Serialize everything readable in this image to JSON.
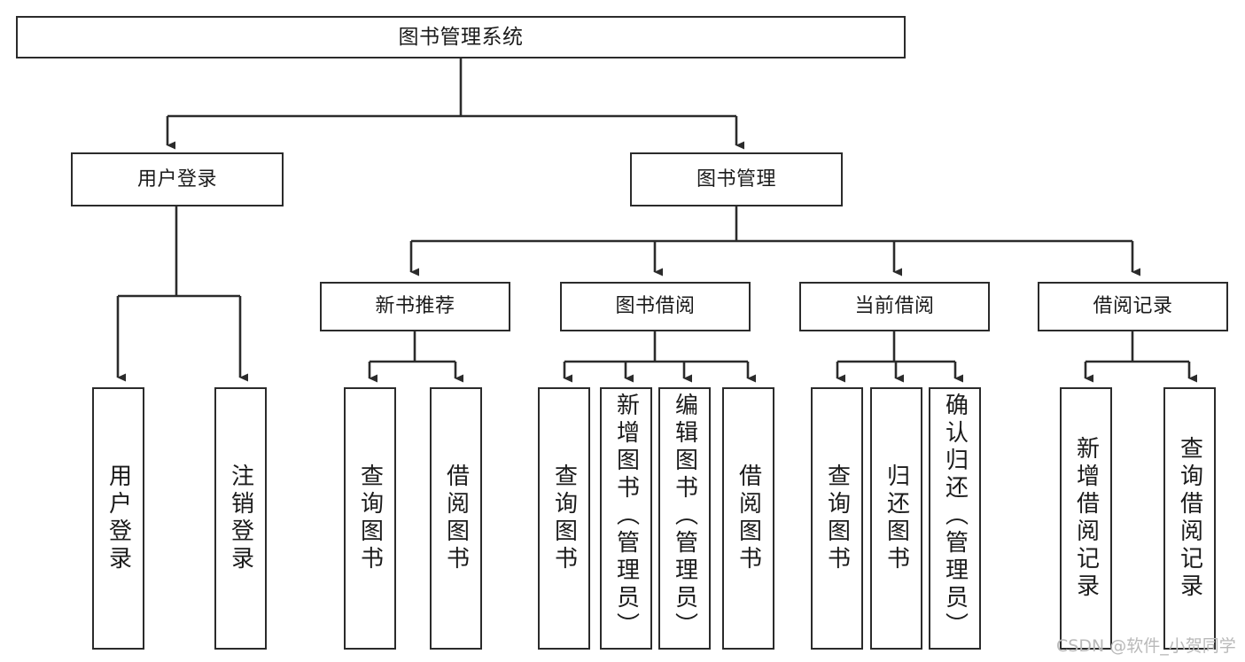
{
  "diagram": {
    "title": "图书管理系统",
    "type": "tree-hierarchy",
    "watermark": "CSDN @软件_小贺同学",
    "colors": {
      "stroke": "#2b2b2b",
      "box_fill": "#ffffff",
      "text": "#1b1b1b",
      "background": "#ffffff",
      "watermark": "#b9b9b9"
    },
    "nodes": {
      "root": {
        "label": "图书管理系统"
      },
      "level2": [
        {
          "id": "user-login",
          "label": "用户登录"
        },
        {
          "id": "book-manage",
          "label": "图书管理"
        }
      ],
      "level3": [
        {
          "id": "new-book-recommend",
          "label": "新书推荐"
        },
        {
          "id": "book-borrow",
          "label": "图书借阅"
        },
        {
          "id": "current-borrow",
          "label": "当前借阅"
        },
        {
          "id": "borrow-record",
          "label": "借阅记录"
        }
      ],
      "leaves": [
        {
          "id": "leaf-user-login",
          "label": "用户登录",
          "parent": "user-login"
        },
        {
          "id": "leaf-logout",
          "label": "注销登录",
          "parent": "user-login"
        },
        {
          "id": "leaf-query-book-1",
          "label": "查询图书",
          "parent": "new-book-recommend"
        },
        {
          "id": "leaf-borrow-book-1",
          "label": "借阅图书",
          "parent": "new-book-recommend"
        },
        {
          "id": "leaf-query-book-2",
          "label": "查询图书",
          "parent": "book-borrow"
        },
        {
          "id": "leaf-add-book",
          "label": "新增图书（管理员）",
          "parent": "book-borrow"
        },
        {
          "id": "leaf-edit-book",
          "label": "编辑图书（管理员）",
          "parent": "book-borrow"
        },
        {
          "id": "leaf-borrow-book-2",
          "label": "借阅图书",
          "parent": "book-borrow"
        },
        {
          "id": "leaf-query-book-3",
          "label": "查询图书",
          "parent": "current-borrow"
        },
        {
          "id": "leaf-return-book",
          "label": "归还图书",
          "parent": "current-borrow"
        },
        {
          "id": "leaf-confirm-return",
          "label": "确认归还（管理员）",
          "parent": "current-borrow"
        },
        {
          "id": "leaf-add-record",
          "label": "新增借阅记录",
          "parent": "borrow-record"
        },
        {
          "id": "leaf-query-record",
          "label": "查询借阅记录",
          "parent": "borrow-record"
        }
      ]
    }
  }
}
